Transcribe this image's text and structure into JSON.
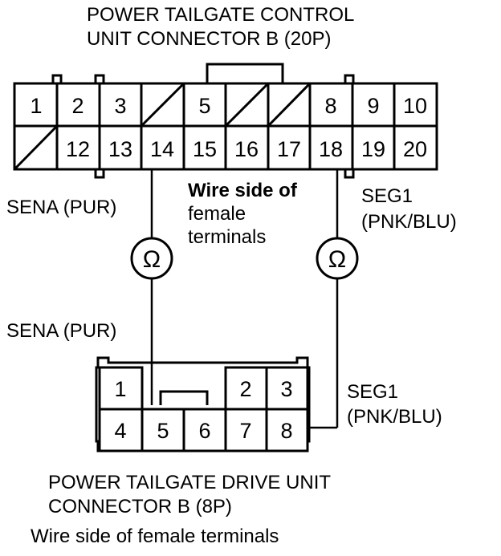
{
  "connector_20p": {
    "title_line1": "POWER TAILGATE CONTROL",
    "title_line2": "UNIT CONNECTOR B (20P)",
    "row1": [
      "1",
      "2",
      "3",
      "",
      "5",
      "",
      "",
      "8",
      "9",
      "10"
    ],
    "row2": [
      "",
      "12",
      "13",
      "14",
      "15",
      "16",
      "17",
      "18",
      "19",
      "20"
    ],
    "note_line1": "Wire side of",
    "note_line2": "female",
    "note_line3": "terminals"
  },
  "wire_sena": {
    "upper_label": "SENA (PUR)",
    "lower_label": "SENA (PUR)"
  },
  "wire_seg1": {
    "upper_label_line1": "SEG1",
    "upper_label_line2": "(PNK/BLU)",
    "lower_label_line1": "SEG1",
    "lower_label_line2": "(PNK/BLU)"
  },
  "ohmmeter_symbol": "Ω",
  "connector_8p": {
    "title_line1": "POWER TAILGATE DRIVE UNIT",
    "title_line2": "CONNECTOR B (8P)",
    "top_row": [
      "1",
      "2",
      "3"
    ],
    "bottom_row": [
      "4",
      "5",
      "6",
      "7",
      "8"
    ],
    "note": "Wire side of female terminals"
  }
}
